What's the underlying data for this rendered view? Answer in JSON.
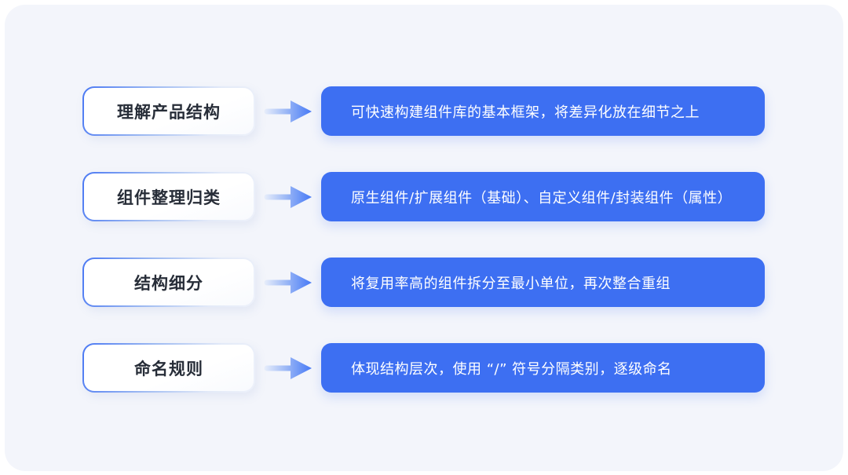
{
  "colors": {
    "accent_blue": "#3D6FF2",
    "panel_background": "#F3F5FB",
    "page_background": "#FFFFFF",
    "label_text": "#272D38",
    "description_text": "#FFFFFF",
    "pill_border_gradient_start": "#4A78F3",
    "pill_border_gradient_end": "#EDF1FA",
    "arrow_gradient_start": "#E9EFFB",
    "arrow_gradient_end": "#4377F6"
  },
  "icons": {
    "arrow": "arrow-right-icon"
  },
  "rows": [
    {
      "label": "理解产品结构",
      "description": "可快速构建组件库的基本框架，将差异化放在细节之上"
    },
    {
      "label": "组件整理归类",
      "description": "原生组件/扩展组件（基础）、自定义组件/封装组件（属性）"
    },
    {
      "label": "结构细分",
      "description": "将复用率高的组件拆分至最小单位，再次整合重组"
    },
    {
      "label": "命名规则",
      "description": "体现结构层次，使用 “/” 符号分隔类别，逐级命名"
    }
  ]
}
